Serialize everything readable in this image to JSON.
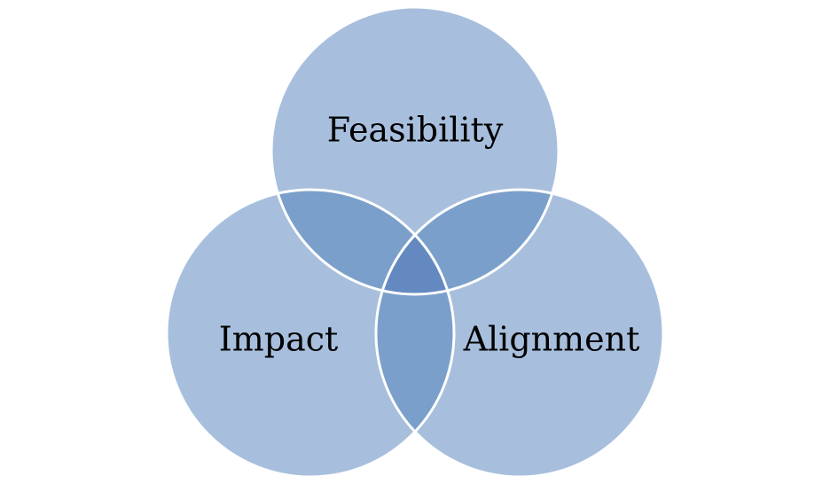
{
  "diagram": {
    "type": "venn",
    "colors": {
      "circle_fill": "#a7bfdd",
      "pair_overlap_fill": "#7b9fcb",
      "triple_overlap_fill": "#6489c0",
      "outline": "#ffffff"
    },
    "circles": [
      {
        "id": "feasibility",
        "label": "Feasibility"
      },
      {
        "id": "impact",
        "label": "Impact"
      },
      {
        "id": "alignment",
        "label": "Alignment"
      }
    ]
  }
}
